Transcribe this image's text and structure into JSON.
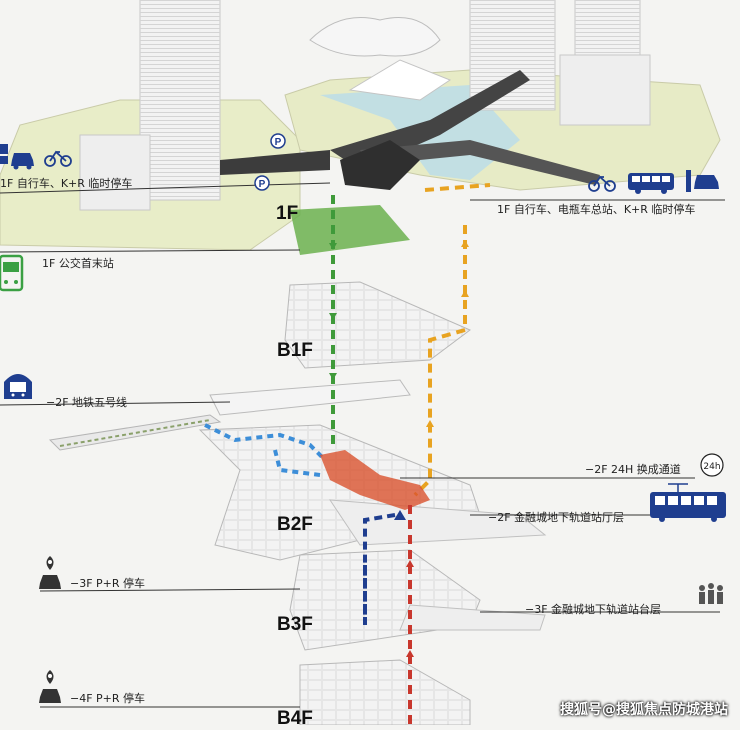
{
  "floors": {
    "f1": "1F",
    "b1": "B1F",
    "b2": "B2F",
    "b3": "B3F",
    "b4": "B4F"
  },
  "labels": {
    "left_1f": "1F 自行车、K+R 临时停车",
    "right_1f": "1F 自行车、电瓶车总站、K+R 临时停车",
    "bus_1f": "1F 公交首末站",
    "metro_2f": "−2F 地铁五号线",
    "passage_2f": "−2F 24H 换成通道",
    "passage_badge": "24h",
    "concourse_2f": "−2F 金融城地下轨道站厅层",
    "pr_3f": "−3F P+R 停车",
    "platform_3f": "−3F 金融城地下轨道站台层",
    "pr_4f": "−4F P+R 停车",
    "parking_symbol": "P"
  },
  "watermark": "搜狐号@搜狐焦点防城港站",
  "icons": [
    "parking-icon",
    "car-icon",
    "bicycle-icon",
    "bus-icon",
    "metro-icon",
    "tram-icon",
    "pin-icon",
    "people-icon"
  ],
  "colors": {
    "green_route": "#3f9a3a",
    "orange_route": "#e8a321",
    "blue_route": "#3d8ed8",
    "red_route": "#c8372d",
    "navy_route": "#1f3e8f",
    "icon_navy": "#1f3e8f",
    "bus_green": "#3aa043"
  }
}
